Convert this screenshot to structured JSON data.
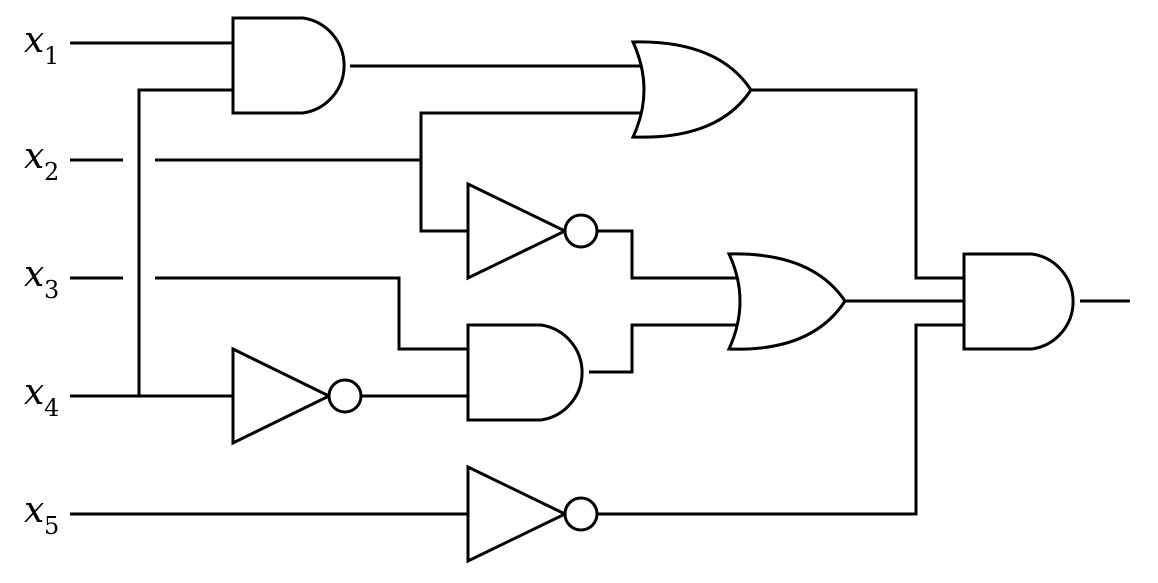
{
  "inputs": [
    {
      "var": "x",
      "sub": "1"
    },
    {
      "var": "x",
      "sub": "2"
    },
    {
      "var": "x",
      "sub": "3"
    },
    {
      "var": "x",
      "sub": "4"
    },
    {
      "var": "x",
      "sub": "5"
    }
  ],
  "gates": {
    "and1": "AND",
    "or1": "OR",
    "not1": "NOT",
    "not2": "NOT",
    "and2": "AND",
    "or2": "OR",
    "not3": "NOT",
    "and3": "AND"
  }
}
